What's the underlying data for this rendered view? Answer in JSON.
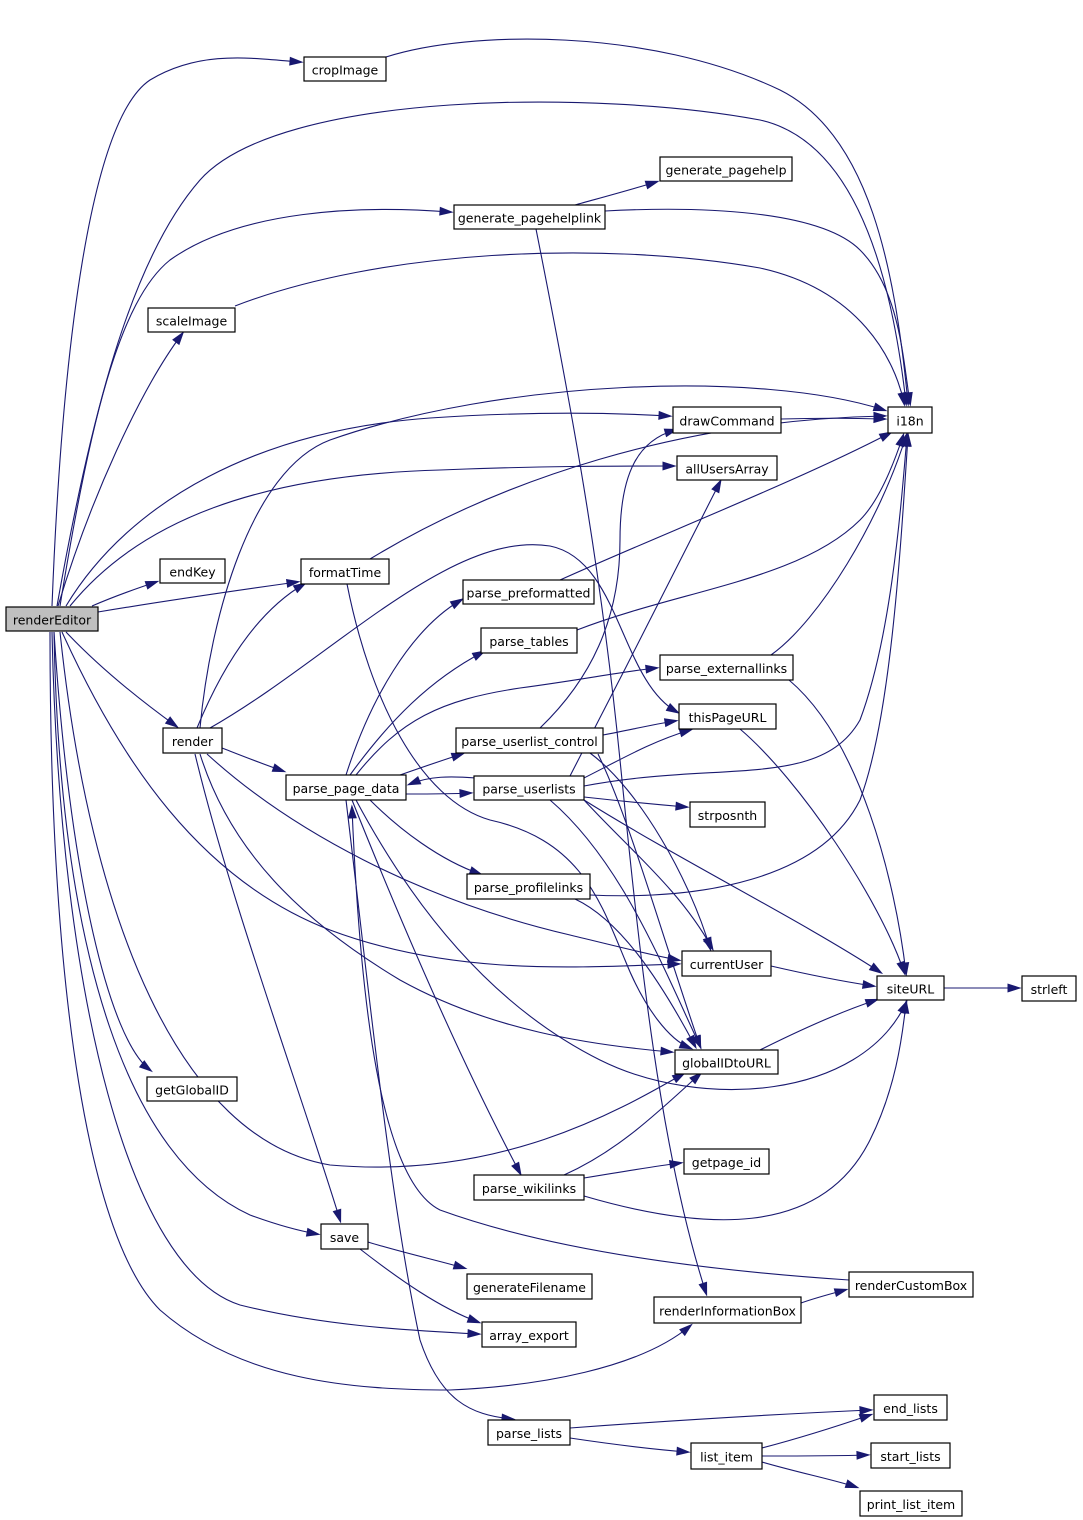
{
  "graph": {
    "edge_color": "#191970",
    "root_fill": "#bfbfbf",
    "node_fill": "#ffffff",
    "nodes": [
      {
        "id": "renderEditor",
        "label": "renderEditor",
        "root": true
      },
      {
        "id": "cropImage",
        "label": "cropImage"
      },
      {
        "id": "i18n",
        "label": "i18n"
      },
      {
        "id": "generate_pagehelp",
        "label": "generate_pagehelp"
      },
      {
        "id": "generate_pagehelplink",
        "label": "generate_pagehelplink"
      },
      {
        "id": "scaleImage",
        "label": "scaleImage"
      },
      {
        "id": "drawCommand",
        "label": "drawCommand"
      },
      {
        "id": "allUsersArray",
        "label": "allUsersArray"
      },
      {
        "id": "endKey",
        "label": "endKey"
      },
      {
        "id": "formatTime",
        "label": "formatTime"
      },
      {
        "id": "parse_preformatted",
        "label": "parse_preformatted"
      },
      {
        "id": "parse_tables",
        "label": "parse_tables"
      },
      {
        "id": "parse_externallinks",
        "label": "parse_externallinks"
      },
      {
        "id": "thisPageURL",
        "label": "thisPageURL"
      },
      {
        "id": "render",
        "label": "render"
      },
      {
        "id": "parse_userlist_control",
        "label": "parse_userlist_control"
      },
      {
        "id": "parse_page_data",
        "label": "parse_page_data"
      },
      {
        "id": "parse_userlists",
        "label": "parse_userlists"
      },
      {
        "id": "strposnth",
        "label": "strposnth"
      },
      {
        "id": "parse_profilelinks",
        "label": "parse_profilelinks"
      },
      {
        "id": "currentUser",
        "label": "currentUser"
      },
      {
        "id": "siteURL",
        "label": "siteURL"
      },
      {
        "id": "strleft",
        "label": "strleft"
      },
      {
        "id": "getGlobalID",
        "label": "getGlobalID"
      },
      {
        "id": "globalIDtoURL",
        "label": "globalIDtoURL"
      },
      {
        "id": "getpage_id",
        "label": "getpage_id"
      },
      {
        "id": "parse_wikilinks",
        "label": "parse_wikilinks"
      },
      {
        "id": "save",
        "label": "save"
      },
      {
        "id": "generateFilename",
        "label": "generateFilename"
      },
      {
        "id": "renderCustomBox",
        "label": "renderCustomBox"
      },
      {
        "id": "array_export",
        "label": "array_export"
      },
      {
        "id": "renderInformationBox",
        "label": "renderInformationBox"
      },
      {
        "id": "end_lists",
        "label": "end_lists"
      },
      {
        "id": "parse_lists",
        "label": "parse_lists"
      },
      {
        "id": "list_item",
        "label": "list_item"
      },
      {
        "id": "start_lists",
        "label": "start_lists"
      },
      {
        "id": "print_list_item",
        "label": "print_list_item"
      }
    ],
    "edges": [
      [
        "renderEditor",
        "cropImage"
      ],
      [
        "renderEditor",
        "i18n"
      ],
      [
        "renderEditor",
        "generate_pagehelplink"
      ],
      [
        "renderEditor",
        "scaleImage"
      ],
      [
        "renderEditor",
        "drawCommand"
      ],
      [
        "renderEditor",
        "allUsersArray"
      ],
      [
        "renderEditor",
        "endKey"
      ],
      [
        "renderEditor",
        "formatTime"
      ],
      [
        "renderEditor",
        "render"
      ],
      [
        "renderEditor",
        "currentUser"
      ],
      [
        "renderEditor",
        "getGlobalID"
      ],
      [
        "renderEditor",
        "globalIDtoURL"
      ],
      [
        "renderEditor",
        "save"
      ],
      [
        "renderEditor",
        "array_export"
      ],
      [
        "renderEditor",
        "renderInformationBox"
      ],
      [
        "cropImage",
        "i18n"
      ],
      [
        "generate_pagehelplink",
        "generate_pagehelp"
      ],
      [
        "generate_pagehelplink",
        "i18n"
      ],
      [
        "generate_pagehelplink",
        "renderInformationBox"
      ],
      [
        "scaleImage",
        "i18n"
      ],
      [
        "drawCommand",
        "i18n"
      ],
      [
        "formatTime",
        "i18n"
      ],
      [
        "formatTime",
        "globalIDtoURL"
      ],
      [
        "render",
        "i18n"
      ],
      [
        "render",
        "formatTime"
      ],
      [
        "render",
        "thisPageURL"
      ],
      [
        "render",
        "parse_page_data"
      ],
      [
        "render",
        "currentUser"
      ],
      [
        "render",
        "globalIDtoURL"
      ],
      [
        "render",
        "save"
      ],
      [
        "parse_page_data",
        "parse_preformatted"
      ],
      [
        "parse_page_data",
        "parse_tables"
      ],
      [
        "parse_page_data",
        "parse_externallinks"
      ],
      [
        "parse_page_data",
        "parse_userlist_control"
      ],
      [
        "parse_page_data",
        "parse_userlists"
      ],
      [
        "parse_page_data",
        "parse_profilelinks"
      ],
      [
        "parse_page_data",
        "parse_wikilinks"
      ],
      [
        "parse_page_data",
        "parse_lists"
      ],
      [
        "parse_page_data",
        "siteURL"
      ],
      [
        "parse_preformatted",
        "i18n"
      ],
      [
        "parse_tables",
        "i18n"
      ],
      [
        "parse_externallinks",
        "i18n"
      ],
      [
        "parse_externallinks",
        "siteURL"
      ],
      [
        "parse_userlist_control",
        "thisPageURL"
      ],
      [
        "parse_userlist_control",
        "drawCommand"
      ],
      [
        "parse_userlist_control",
        "currentUser"
      ],
      [
        "parse_userlist_control",
        "globalIDtoURL"
      ],
      [
        "parse_userlists",
        "parse_page_data"
      ],
      [
        "parse_userlists",
        "allUsersArray"
      ],
      [
        "parse_userlists",
        "thisPageURL"
      ],
      [
        "parse_userlists",
        "i18n"
      ],
      [
        "parse_userlists",
        "strposnth"
      ],
      [
        "parse_userlists",
        "currentUser"
      ],
      [
        "parse_userlists",
        "siteURL"
      ],
      [
        "parse_userlists",
        "globalIDtoURL"
      ],
      [
        "parse_profilelinks",
        "i18n"
      ],
      [
        "parse_profilelinks",
        "globalIDtoURL"
      ],
      [
        "thisPageURL",
        "siteURL"
      ],
      [
        "currentUser",
        "siteURL"
      ],
      [
        "siteURL",
        "strleft"
      ],
      [
        "globalIDtoURL",
        "siteURL"
      ],
      [
        "parse_wikilinks",
        "globalIDtoURL"
      ],
      [
        "parse_wikilinks",
        "getpage_id"
      ],
      [
        "parse_wikilinks",
        "siteURL"
      ],
      [
        "save",
        "generateFilename"
      ],
      [
        "save",
        "array_export"
      ],
      [
        "renderInformationBox",
        "renderCustomBox"
      ],
      [
        "renderCustomBox",
        "parse_page_data"
      ],
      [
        "parse_lists",
        "end_lists"
      ],
      [
        "parse_lists",
        "list_item"
      ],
      [
        "list_item",
        "end_lists"
      ],
      [
        "list_item",
        "start_lists"
      ],
      [
        "list_item",
        "print_list_item"
      ]
    ]
  }
}
